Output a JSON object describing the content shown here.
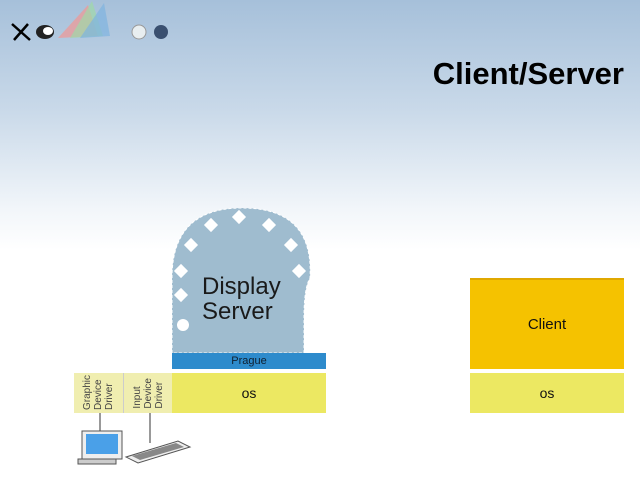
{
  "slide": {
    "title": "Client/Server"
  },
  "left_stack": {
    "display_server": "Display\nServer",
    "display_server_line1": "Display",
    "display_server_line2": "Server",
    "prague": "Prague",
    "os": "os",
    "graphic_driver": [
      "Graphic",
      "Device",
      "Driver"
    ],
    "input_driver": [
      "Input",
      "Device",
      "Driver"
    ]
  },
  "right_stack": {
    "client": "Client",
    "os": "os"
  },
  "colors": {
    "prague": "#2e8bcc",
    "os": "#ece862",
    "driver": "#f0eeb0",
    "client": "#f5c200",
    "server": "#9fbccf"
  }
}
